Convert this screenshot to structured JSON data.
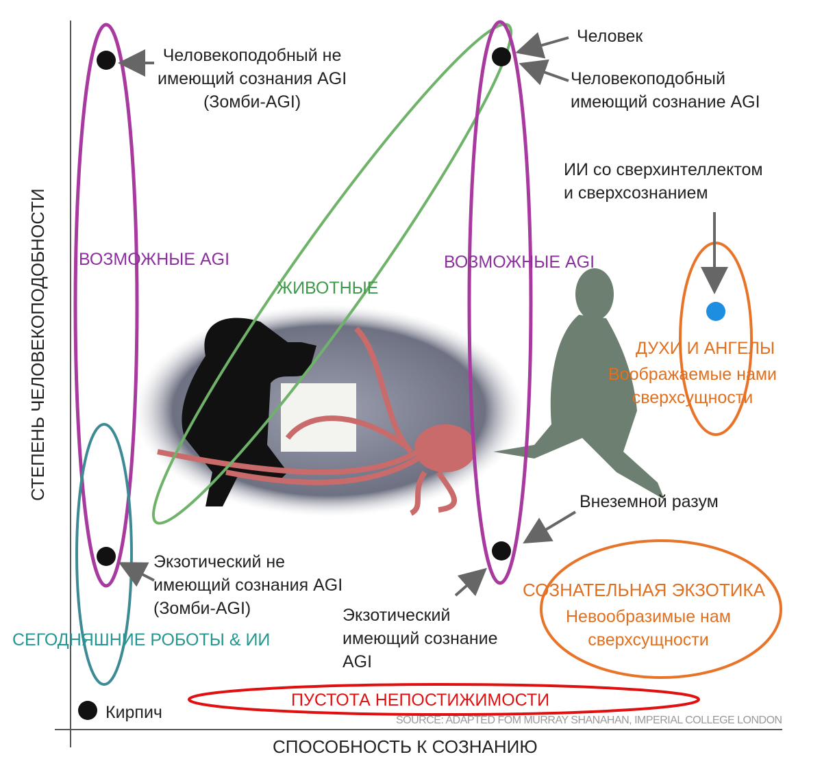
{
  "axes": {
    "y_label": "СТЕПЕНЬ ЧЕЛОВЕКОПОДОБНОСТИ",
    "x_label": "СПОСОБНОСТЬ К СОЗНАНИЮ"
  },
  "regions": {
    "possible_agi_left": "ВОЗМОЖНЫЕ AGI",
    "possible_agi_right": "ВОЗМОЖНЫЕ AGI",
    "animals": "ЖИВОТНЫЕ",
    "today_robots": "СЕГОДНЯШНИЕ РОБОТЫ & ИИ",
    "spirits_title": "ДУХИ И АНГЕЛЫ",
    "spirits_sub": [
      "Воображаемые нами",
      "сверхсущности"
    ],
    "exotica_title": "СОЗНАТЕЛЬНАЯ ЭКЗОТИКА",
    "exotica_sub": [
      "Невообразимые нам",
      "сверхсущности"
    ],
    "void": "ПУСТОТА НЕПОСТИЖИМОСТИ"
  },
  "points": {
    "zombie_humanlike": [
      "Человекоподобный не",
      "имеющий сознания AGI",
      "(Зомби-AGI)"
    ],
    "human": "Человек",
    "conscious_humanlike": [
      "Человекоподобный",
      "имеющий сознание AGI"
    ],
    "superintelligence": [
      "ИИ со сверхинтеллектом",
      "и сверхсознанием"
    ],
    "alien": "Внеземной разум",
    "zombie_exotic": [
      "Экзотический не",
      "имеющий сознания AGI",
      "(Зомби-AGI)"
    ],
    "conscious_exotic": [
      "Экзотический",
      "имеющий сознание",
      "AGI"
    ],
    "brick": "Кирпич"
  },
  "source": "SOURCE: ADAPTED FOM MURRAY SHANAHAN, IMPERIAL COLLEGE LONDON",
  "colors": {
    "purple": "#a8399f",
    "green": "#6fb26a",
    "teal": "#3d8a94",
    "orange": "#e8742a",
    "red": "#e01010",
    "blue": "#1e8fe0"
  }
}
